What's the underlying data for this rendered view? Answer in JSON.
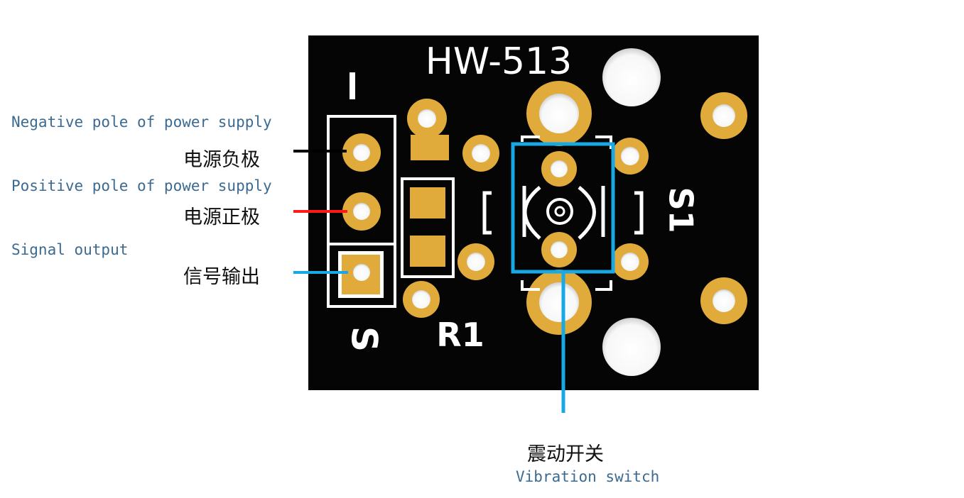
{
  "board": {
    "model": "HW-513",
    "resistor_ref": "R1",
    "switch_ref": "S1",
    "signal_pin_mark": "S",
    "negative_pin_mark": "-",
    "colors": {
      "pcb": "#050505",
      "silkscreen": "#ffffff",
      "pad": "#e0ab3a",
      "hole": "#ffffff"
    }
  },
  "labels": {
    "negative": {
      "en": "Negative pole of power supply",
      "zh": "电源负极",
      "line_color": "#000000"
    },
    "positive": {
      "en": "Positive pole of power supply",
      "zh": "电源正极",
      "line_color": "#ff1a1a"
    },
    "signal": {
      "en": "Signal output",
      "zh": "信号输出",
      "line_color": "#1aa7e6"
    },
    "switch": {
      "zh": "震动开关",
      "en": "Vibration switch",
      "line_color": "#18a8e4"
    }
  }
}
